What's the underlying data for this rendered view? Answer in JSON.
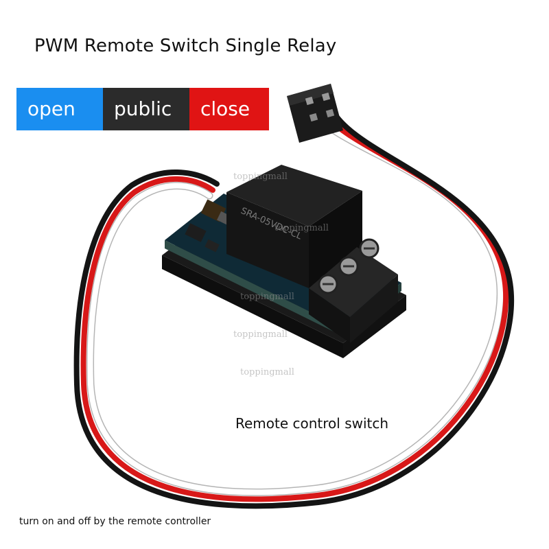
{
  "title": "PWM Remote Switch Single Relay",
  "labels": [
    {
      "text": "open",
      "color": "#1a8ef0"
    },
    {
      "text": "public",
      "color": "#2b2b2b"
    },
    {
      "text": "close",
      "color": "#e01414"
    }
  ],
  "subtitle": "Remote control switch",
  "footer": "turn on and off by the remote controller",
  "watermark": "toppingmall",
  "relay_marking": "SRA-05VDC-CL"
}
